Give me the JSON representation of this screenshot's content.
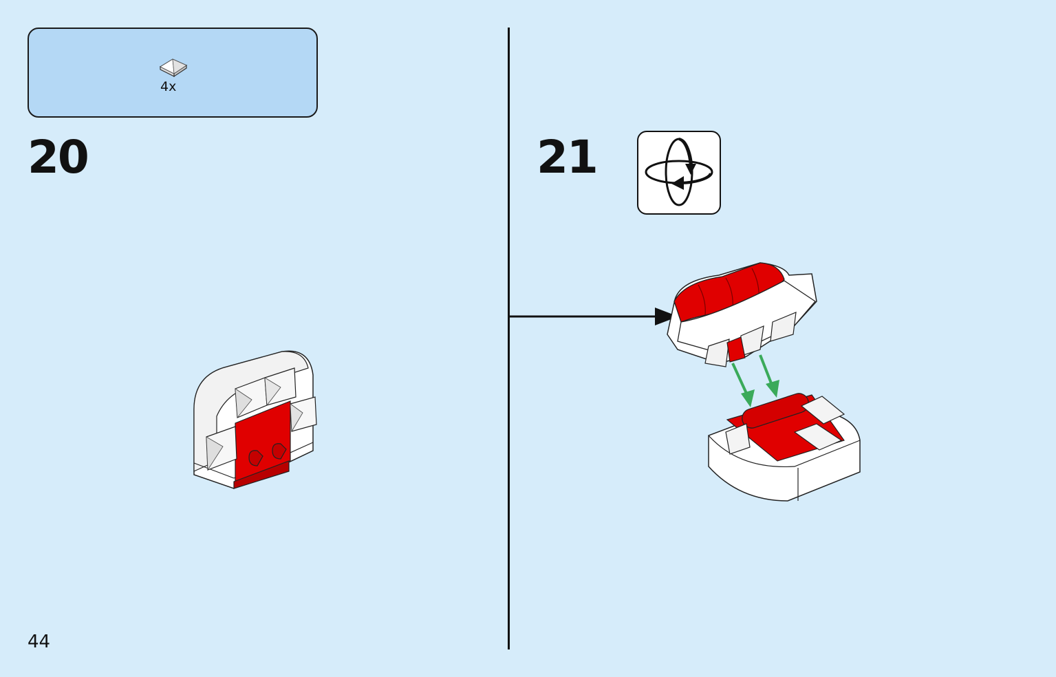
{
  "parts_list": {
    "items": [
      {
        "icon": "white-pyramid-tile-icon",
        "quantity": "4x"
      }
    ]
  },
  "steps": [
    {
      "number": "20"
    },
    {
      "number": "21",
      "indicator_icon": "rotate-model-icon"
    }
  ],
  "page": {
    "number": "44"
  },
  "colors": {
    "background": "#d6ecfa",
    "parts_box": "#b4d8f5",
    "brick_red": "#e00000",
    "brick_white": "#ffffff",
    "assembly_arrow": "#3aaa5a"
  }
}
